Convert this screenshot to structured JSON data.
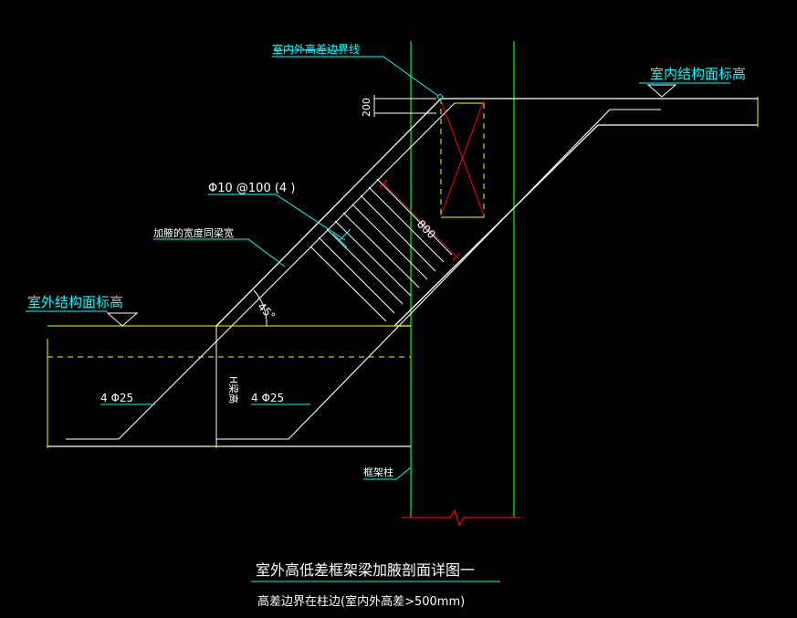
{
  "labels": {
    "boundary_line": "室内外高差边界线",
    "indoor_elevation": "室内结构面标高",
    "outdoor_elevation": "室外结构面标高",
    "stirrup": "Φ10 @100 (4 )",
    "haunch_width": "加腋的宽度同梁宽",
    "angle": "45°",
    "rebar_left": "4 Φ25",
    "rebar_right": "4 Φ25",
    "dim_200": "200",
    "dim_800": "800",
    "beam_height": "H梁高",
    "column": "框架柱"
  },
  "title": {
    "main": "室外高低差框架梁加腋剖面详图一",
    "sub": "高差边界在柱边(室内外高差>500mm)"
  },
  "colors": {
    "background": "#000000",
    "structure": "#ffffff",
    "column": "#00ff00",
    "leader": "#00ffff",
    "hidden": "#ffff00",
    "cross": "#ff0000",
    "break": "#ff0000"
  }
}
